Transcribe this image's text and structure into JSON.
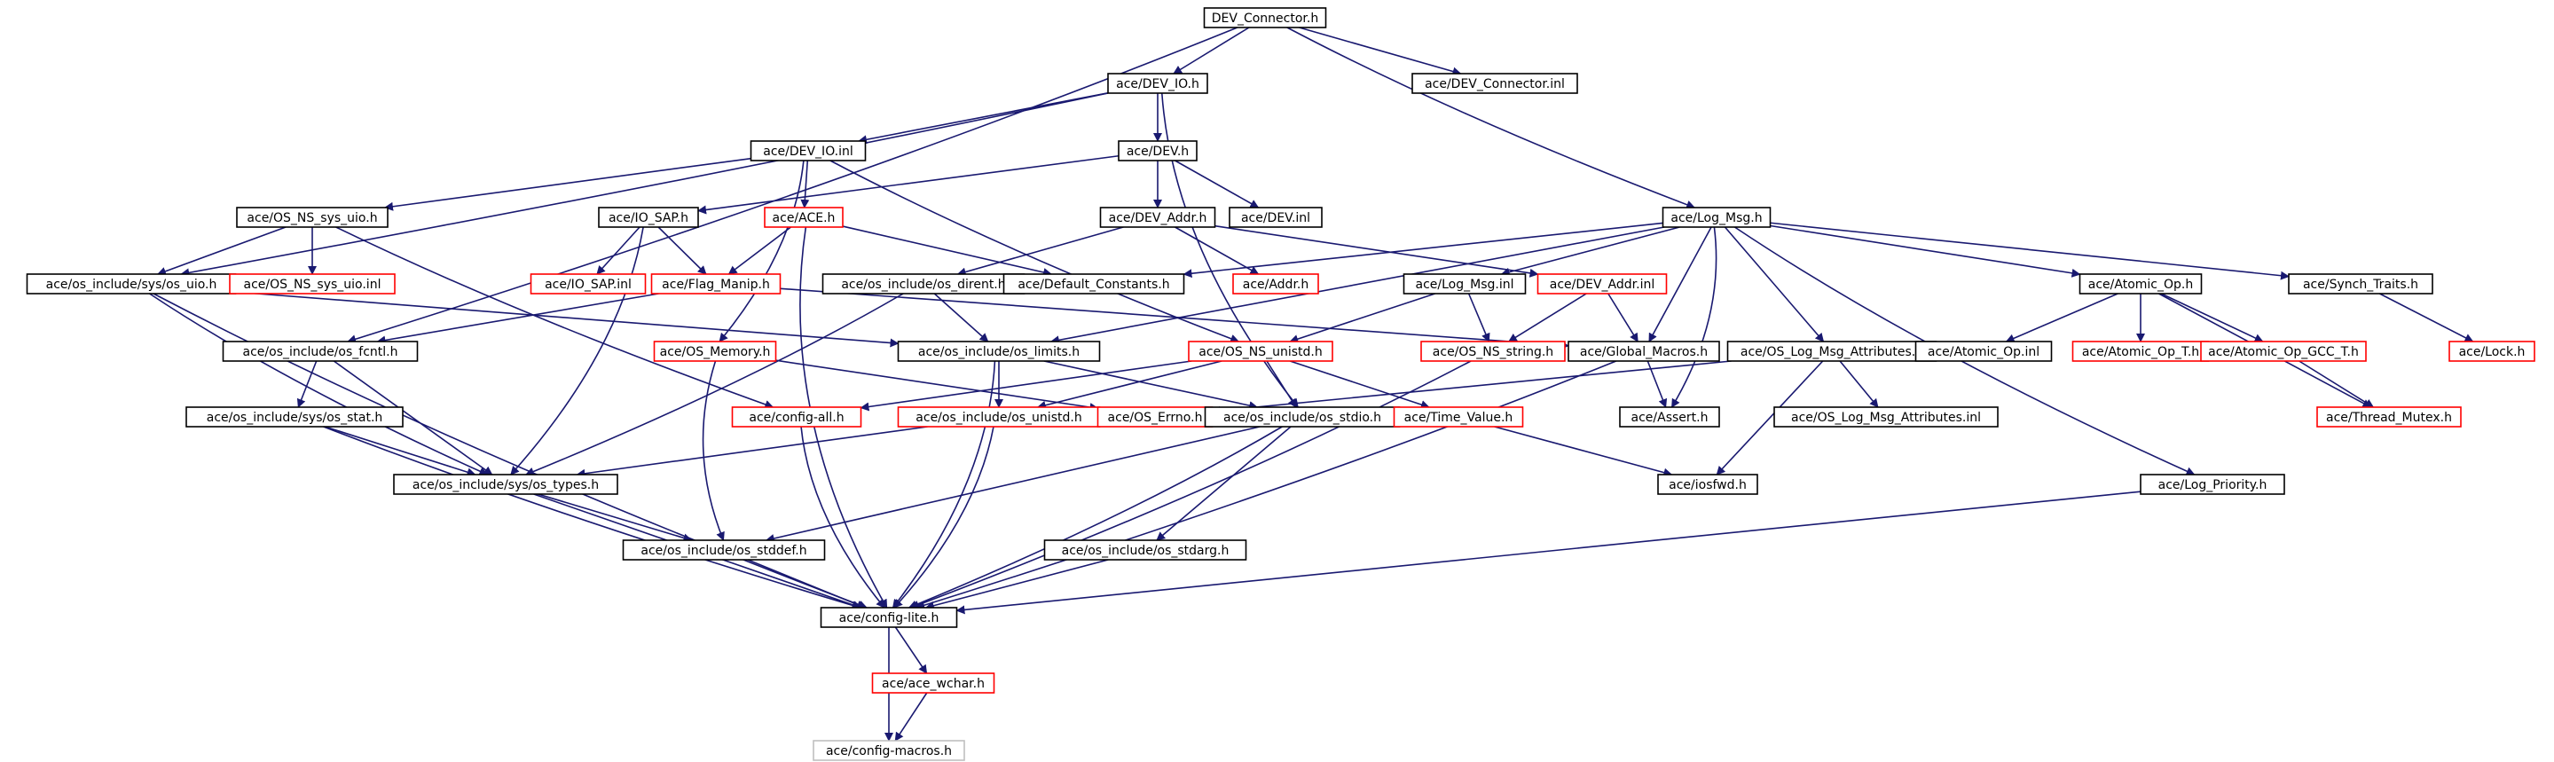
{
  "graph": {
    "colors": {
      "edge": "#191970",
      "root_fill": "#bfbfbf",
      "black_border": "#000000",
      "red_border": "#ff0000",
      "grey_border": "#bfbfbf"
    },
    "nodes": [
      {
        "id": "dev_connector_h",
        "label": "DEV_Connector.h",
        "style": "root"
      },
      {
        "id": "dev_io_h",
        "label": "ace/DEV_IO.h",
        "style": "black"
      },
      {
        "id": "dev_connector_inl",
        "label": "ace/DEV_Connector.inl",
        "style": "black"
      },
      {
        "id": "log_msg_h",
        "label": "ace/Log_Msg.h",
        "style": "black"
      },
      {
        "id": "dev_io_inl",
        "label": "ace/DEV_IO.inl",
        "style": "black"
      },
      {
        "id": "dev_h",
        "label": "ace/DEV.h",
        "style": "black"
      },
      {
        "id": "os_ns_sys_uio_h",
        "label": "ace/OS_NS_sys_uio.h",
        "style": "black"
      },
      {
        "id": "io_sap_h",
        "label": "ace/IO_SAP.h",
        "style": "black"
      },
      {
        "id": "ace_h",
        "label": "ace/ACE.h",
        "style": "red"
      },
      {
        "id": "dev_addr_h",
        "label": "ace/DEV_Addr.h",
        "style": "black"
      },
      {
        "id": "dev_inl",
        "label": "ace/DEV.inl",
        "style": "black"
      },
      {
        "id": "sys_uio_h",
        "label": "ace/os_include/sys/os_uio.h",
        "style": "black"
      },
      {
        "id": "os_ns_sys_uio_inl",
        "label": "ace/OS_NS_sys_uio.inl",
        "style": "red"
      },
      {
        "id": "io_sap_inl",
        "label": "ace/IO_SAP.inl",
        "style": "red"
      },
      {
        "id": "flag_manip_h",
        "label": "ace/Flag_Manip.h",
        "style": "red"
      },
      {
        "id": "os_dirent_h",
        "label": "ace/os_include/os_dirent.h",
        "style": "black"
      },
      {
        "id": "default_constants_h",
        "label": "ace/Default_Constants.h",
        "style": "black"
      },
      {
        "id": "addr_h",
        "label": "ace/Addr.h",
        "style": "red"
      },
      {
        "id": "log_msg_inl",
        "label": "ace/Log_Msg.inl",
        "style": "black"
      },
      {
        "id": "dev_addr_inl",
        "label": "ace/DEV_Addr.inl",
        "style": "red"
      },
      {
        "id": "atomic_op_h",
        "label": "ace/Atomic_Op.h",
        "style": "black"
      },
      {
        "id": "synch_traits_h",
        "label": "ace/Synch_Traits.h",
        "style": "black"
      },
      {
        "id": "os_fcntl_h",
        "label": "ace/os_include/os_fcntl.h",
        "style": "black"
      },
      {
        "id": "os_memory_h",
        "label": "ace/OS_Memory.h",
        "style": "red"
      },
      {
        "id": "os_limits_h",
        "label": "ace/os_include/os_limits.h",
        "style": "black"
      },
      {
        "id": "os_ns_unistd_h",
        "label": "ace/OS_NS_unistd.h",
        "style": "red"
      },
      {
        "id": "os_ns_string_h",
        "label": "ace/OS_NS_string.h",
        "style": "red"
      },
      {
        "id": "global_macros_h",
        "label": "ace/Global_Macros.h",
        "style": "black"
      },
      {
        "id": "os_log_msg_attributes_h",
        "label": "ace/OS_Log_Msg_Attributes.h",
        "style": "black"
      },
      {
        "id": "atomic_op_inl",
        "label": "ace/Atomic_Op.inl",
        "style": "black"
      },
      {
        "id": "atomic_op_t_h",
        "label": "ace/Atomic_Op_T.h",
        "style": "red"
      },
      {
        "id": "atomic_op_gcc_t_h",
        "label": "ace/Atomic_Op_GCC_T.h",
        "style": "red"
      },
      {
        "id": "lock_h",
        "label": "ace/Lock.h",
        "style": "red"
      },
      {
        "id": "sys_os_stat_h",
        "label": "ace/os_include/sys/os_stat.h",
        "style": "black"
      },
      {
        "id": "config_all_h",
        "label": "ace/config-all.h",
        "style": "red"
      },
      {
        "id": "os_unistd_h",
        "label": "ace/os_include/os_unistd.h",
        "style": "red"
      },
      {
        "id": "os_errno_h",
        "label": "ace/OS_Errno.h",
        "style": "red"
      },
      {
        "id": "os_stdio_h",
        "label": "ace/os_include/os_stdio.h",
        "style": "black"
      },
      {
        "id": "time_value_h",
        "label": "ace/Time_Value.h",
        "style": "red"
      },
      {
        "id": "assert_h",
        "label": "ace/Assert.h",
        "style": "black"
      },
      {
        "id": "os_log_msg_attributes_inl",
        "label": "ace/OS_Log_Msg_Attributes.inl",
        "style": "black"
      },
      {
        "id": "thread_mutex_h",
        "label": "ace/Thread_Mutex.h",
        "style": "red"
      },
      {
        "id": "sys_os_types_h",
        "label": "ace/os_include/sys/os_types.h",
        "style": "black"
      },
      {
        "id": "iosfwd_h",
        "label": "ace/iosfwd.h",
        "style": "black"
      },
      {
        "id": "log_priority_h",
        "label": "ace/Log_Priority.h",
        "style": "black"
      },
      {
        "id": "os_stddef_h",
        "label": "ace/os_include/os_stddef.h",
        "style": "black"
      },
      {
        "id": "os_stdarg_h",
        "label": "ace/os_include/os_stdarg.h",
        "style": "black"
      },
      {
        "id": "config_lite_h",
        "label": "ace/config-lite.h",
        "style": "black"
      },
      {
        "id": "ace_wchar_h",
        "label": "ace/ace_wchar.h",
        "style": "red"
      },
      {
        "id": "config_macros_h",
        "label": "ace/config-macros.h",
        "style": "grey"
      }
    ],
    "edges": [
      [
        "dev_connector_h",
        "dev_io_h"
      ],
      [
        "dev_connector_h",
        "dev_connector_inl"
      ],
      [
        "dev_connector_h",
        "log_msg_h"
      ],
      [
        "dev_connector_h",
        "os_fcntl_h"
      ],
      [
        "dev_io_h",
        "dev_io_inl"
      ],
      [
        "dev_io_h",
        "dev_h"
      ],
      [
        "dev_io_h",
        "sys_uio_h"
      ],
      [
        "dev_io_h",
        "os_stdio_h"
      ],
      [
        "dev_io_inl",
        "os_ns_sys_uio_h"
      ],
      [
        "dev_io_inl",
        "ace_h"
      ],
      [
        "dev_io_inl",
        "os_memory_h"
      ],
      [
        "dev_io_inl",
        "os_ns_unistd_h"
      ],
      [
        "dev_h",
        "io_sap_h"
      ],
      [
        "dev_h",
        "dev_addr_h"
      ],
      [
        "dev_h",
        "dev_inl"
      ],
      [
        "os_ns_sys_uio_h",
        "sys_uio_h"
      ],
      [
        "os_ns_sys_uio_h",
        "os_ns_sys_uio_inl"
      ],
      [
        "os_ns_sys_uio_h",
        "config_all_h"
      ],
      [
        "io_sap_h",
        "io_sap_inl"
      ],
      [
        "io_sap_h",
        "flag_manip_h"
      ],
      [
        "io_sap_h",
        "sys_os_types_h"
      ],
      [
        "ace_h",
        "flag_manip_h"
      ],
      [
        "ace_h",
        "default_constants_h"
      ],
      [
        "ace_h",
        "config_lite_h"
      ],
      [
        "dev_addr_h",
        "os_dirent_h"
      ],
      [
        "dev_addr_h",
        "addr_h"
      ],
      [
        "dev_addr_h",
        "dev_addr_inl"
      ],
      [
        "sys_uio_h",
        "sys_os_types_h"
      ],
      [
        "sys_uio_h",
        "os_limits_h"
      ],
      [
        "sys_uio_h",
        "config_lite_h"
      ],
      [
        "flag_manip_h",
        "os_fcntl_h"
      ],
      [
        "flag_manip_h",
        "global_macros_h"
      ],
      [
        "os_dirent_h",
        "os_limits_h"
      ],
      [
        "os_dirent_h",
        "sys_os_types_h"
      ],
      [
        "log_msg_h",
        "default_constants_h"
      ],
      [
        "log_msg_h",
        "log_msg_inl"
      ],
      [
        "log_msg_h",
        "global_macros_h"
      ],
      [
        "log_msg_h",
        "atomic_op_h"
      ],
      [
        "log_msg_h",
        "synch_traits_h"
      ],
      [
        "log_msg_h",
        "os_log_msg_attributes_h"
      ],
      [
        "log_msg_h",
        "assert_h"
      ],
      [
        "log_msg_h",
        "log_priority_h"
      ],
      [
        "log_msg_h",
        "os_limits_h"
      ],
      [
        "log_msg_inl",
        "os_ns_string_h"
      ],
      [
        "log_msg_inl",
        "os_ns_unistd_h"
      ],
      [
        "dev_addr_inl",
        "os_ns_string_h"
      ],
      [
        "dev_addr_inl",
        "global_macros_h"
      ],
      [
        "atomic_op_h",
        "atomic_op_inl"
      ],
      [
        "atomic_op_h",
        "atomic_op_t_h"
      ],
      [
        "atomic_op_h",
        "atomic_op_gcc_t_h"
      ],
      [
        "atomic_op_h",
        "thread_mutex_h"
      ],
      [
        "atomic_op_gcc_t_h",
        "thread_mutex_h"
      ],
      [
        "synch_traits_h",
        "lock_h"
      ],
      [
        "os_fcntl_h",
        "sys_os_stat_h"
      ],
      [
        "os_fcntl_h",
        "sys_os_types_h"
      ],
      [
        "os_memory_h",
        "os_errno_h"
      ],
      [
        "os_memory_h",
        "os_stddef_h"
      ],
      [
        "os_limits_h",
        "os_unistd_h"
      ],
      [
        "os_limits_h",
        "os_stdio_h"
      ],
      [
        "os_limits_h",
        "config_lite_h"
      ],
      [
        "os_ns_unistd_h",
        "config_all_h"
      ],
      [
        "os_ns_unistd_h",
        "os_unistd_h"
      ],
      [
        "os_ns_unistd_h",
        "os_stdio_h"
      ],
      [
        "os_ns_unistd_h",
        "time_value_h"
      ],
      [
        "os_ns_string_h",
        "config_lite_h"
      ],
      [
        "global_macros_h",
        "assert_h"
      ],
      [
        "global_macros_h",
        "config_lite_h"
      ],
      [
        "os_log_msg_attributes_h",
        "os_errno_h"
      ],
      [
        "os_log_msg_attributes_h",
        "os_log_msg_attributes_inl"
      ],
      [
        "os_log_msg_attributes_h",
        "iosfwd_h"
      ],
      [
        "sys_os_stat_h",
        "sys_os_types_h"
      ],
      [
        "sys_os_stat_h",
        "config_lite_h"
      ],
      [
        "config_all_h",
        "config_lite_h"
      ],
      [
        "os_unistd_h",
        "sys_os_types_h"
      ],
      [
        "os_unistd_h",
        "config_lite_h"
      ],
      [
        "os_stdio_h",
        "os_stddef_h"
      ],
      [
        "os_stdio_h",
        "os_stdarg_h"
      ],
      [
        "os_stdio_h",
        "config_lite_h"
      ],
      [
        "time_value_h",
        "iosfwd_h"
      ],
      [
        "sys_os_types_h",
        "os_stddef_h"
      ],
      [
        "sys_os_types_h",
        "config_lite_h"
      ],
      [
        "log_priority_h",
        "config_lite_h"
      ],
      [
        "os_stddef_h",
        "config_lite_h"
      ],
      [
        "os_stdarg_h",
        "config_lite_h"
      ],
      [
        "config_lite_h",
        "ace_wchar_h"
      ],
      [
        "config_lite_h",
        "config_macros_h"
      ],
      [
        "ace_wchar_h",
        "config_macros_h"
      ]
    ]
  }
}
